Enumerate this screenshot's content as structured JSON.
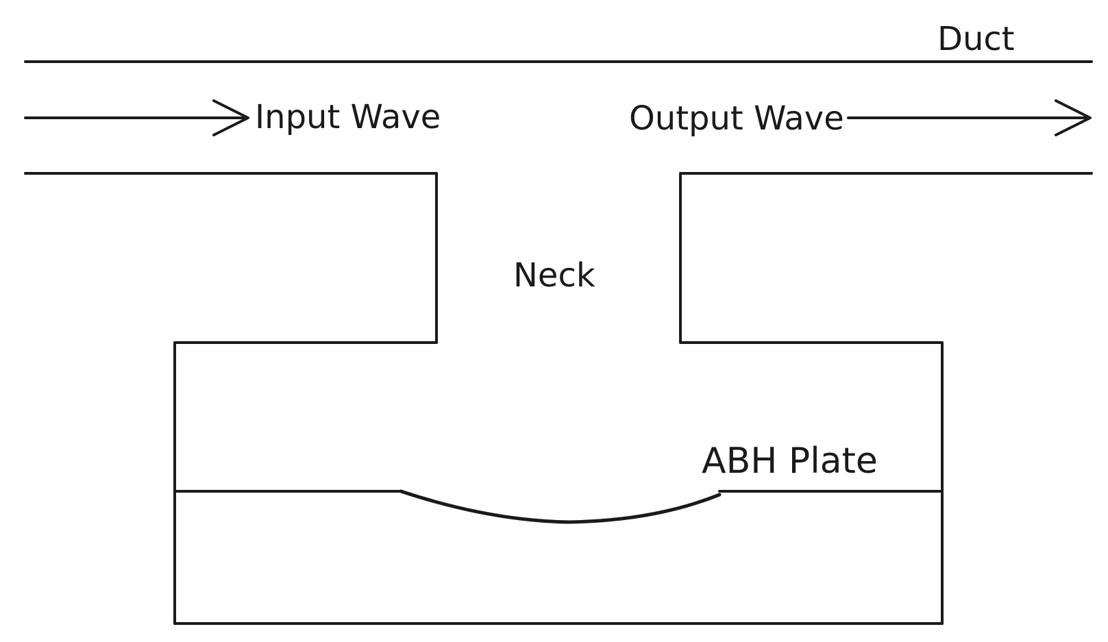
{
  "colors": {
    "background": "#ffffff",
    "line": "#1a1a1a",
    "text": "#1a1a1a"
  },
  "labels": {
    "duct": "Duct",
    "input_wave": "Input Wave",
    "output_wave": "Output Wave",
    "neck": "Neck",
    "abh_plate": "ABH Plate"
  }
}
